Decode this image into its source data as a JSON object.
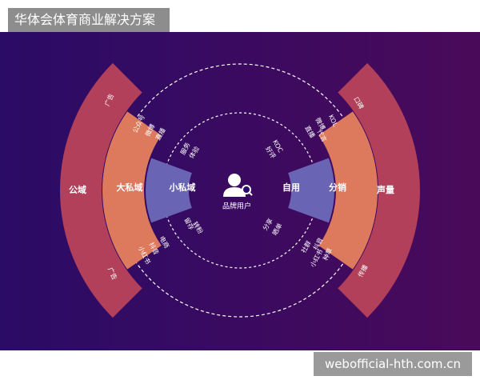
{
  "header": {
    "title": "华体会体育商业解决方案"
  },
  "watermark": {
    "text": "webofficial-hth.com.cn"
  },
  "colors": {
    "bg_start": "#2a0b66",
    "bg_end": "#4a0a5a",
    "outer_ring": "#b2405a",
    "middle_ring": "#dd7a5e",
    "inner_ring": "#6a64b4",
    "dashes": "#ffffff"
  },
  "diagram": {
    "center_label": "品牌用户",
    "left": {
      "outer": "公域",
      "middle": "大私域",
      "inner": "小私域",
      "outer_top_tag": "广告",
      "outer_bottom_tag": "广告",
      "middle_top_tags": [
        "公众号",
        "微博",
        "直播"
      ],
      "middle_bottom_tags": [
        "电商",
        "抖音",
        "小红书"
      ],
      "inner_top_tags": [
        "服务",
        "体验"
      ],
      "inner_bottom_tags": [
        "留存",
        "转粉"
      ]
    },
    "right": {
      "outer": "声量",
      "middle": "分销",
      "inner": "自用",
      "outer_top_tag": "口碑",
      "outer_bottom_tag": "传播",
      "middle_top_tags": [
        "微博",
        "KOL",
        "直播",
        "代言"
      ],
      "middle_bottom_tags": [
        "社群",
        "抖音",
        "小红书",
        "种草"
      ],
      "inner_top_tags": [
        "KOC",
        "好评"
      ],
      "inner_bottom_tags": [
        "分享",
        "晒单"
      ]
    }
  }
}
